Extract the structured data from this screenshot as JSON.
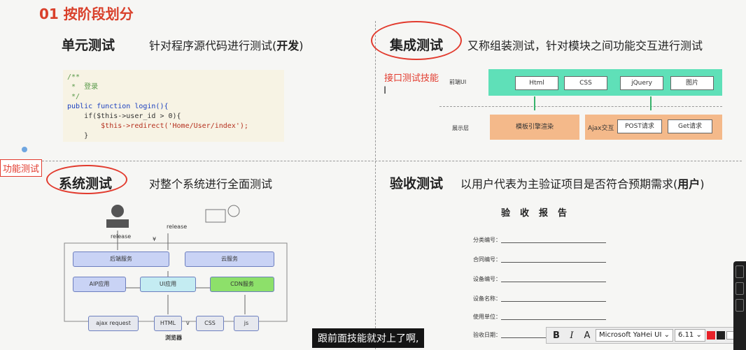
{
  "heading": "01 按阶段划分",
  "unit": {
    "title": "单元测试",
    "desc_prefix": "针对程序源代码进行测试(",
    "desc_bold": "开发",
    "desc_suffix": ")",
    "code_lines": [
      "/**",
      " *  登录",
      " */",
      "public function login(){",
      "    if($this->user_id > 0){",
      "        $this->redirect('Home/User/index');",
      "    }"
    ]
  },
  "integration": {
    "title": "集成测试",
    "desc": "又称组装测试，针对模块之间功能交互进行测试",
    "annotation": "接口测试技能",
    "diagram": {
      "row1_label": "前端UI",
      "row1_boxes": [
        "Html",
        "CSS",
        "jQuery",
        "图片"
      ],
      "row2_label": "展示层",
      "row2_left": "模板引擎渲染",
      "row2_right_label": "Ajax交互",
      "row2_right_boxes": [
        "POST请求",
        "Get请求"
      ]
    }
  },
  "system": {
    "title": "系统测试",
    "desc": "对整个系统进行全面测试",
    "annotation": "功能测试",
    "diagram": {
      "release_1": "release",
      "release_2": "release",
      "yen": "¥",
      "nodes": [
        "后端服务",
        "云服务",
        "AIP应用",
        "UI应用",
        "CDN服务",
        "ajax request",
        "HTML",
        "CSS",
        "js"
      ],
      "browser": "浏览器",
      "arrow_label": "v"
    }
  },
  "acceptance": {
    "title": "验收测试",
    "desc_prefix": "以用户代表为主验证项目是否符合预期需求(",
    "desc_bold": "用户",
    "desc_suffix": ")",
    "report": {
      "title": "验收报告",
      "fields": [
        "分类编号：",
        "合同编号：",
        "设备编号：",
        "设备名称：",
        "使用单位：",
        "验收日期："
      ]
    }
  },
  "subtitle": "跟前面技能就对上了啊,",
  "toolbar": {
    "bold": "B",
    "italic": "I",
    "font_icon": "A",
    "font_name": "Microsoft YaHei UI",
    "font_size": "6.11",
    "colors": [
      "#e8222a",
      "#222222",
      "#ffffff"
    ]
  }
}
